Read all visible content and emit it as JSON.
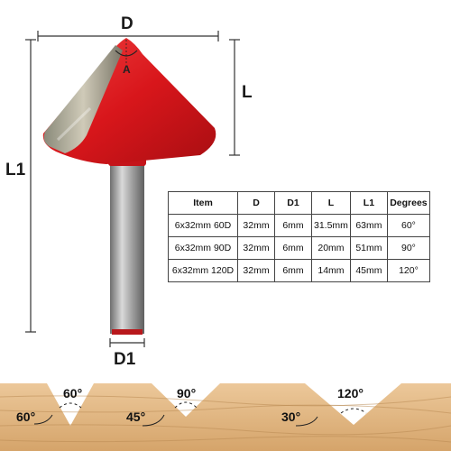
{
  "labels": {
    "diameter": "D",
    "shank_diameter": "D1",
    "cut_length": "L",
    "overall_length": "L1",
    "tip_angle": "A"
  },
  "spec_table": {
    "headers": [
      "Item",
      "D",
      "D1",
      "L",
      "L1",
      "Degrees"
    ],
    "rows": [
      [
        "6x32mm 60D",
        "32mm",
        "6mm",
        "31.5mm",
        "63mm",
        "60°"
      ],
      [
        "6x32mm 90D",
        "32mm",
        "6mm",
        "20mm",
        "51mm",
        "90°"
      ],
      [
        "6x32mm 120D",
        "32mm",
        "6mm",
        "14mm",
        "45mm",
        "120°"
      ]
    ]
  },
  "groove_angles": {
    "groove_60": "60°",
    "wall_60": "60°",
    "groove_90": "90°",
    "wall_90": "45°",
    "groove_120": "120°",
    "wall_120": "30°"
  },
  "colors": {
    "bit_red": "#d8161b",
    "shank_gray": "#9a9a9a",
    "wood": "#e2b57f",
    "dimension_line": "#333333"
  }
}
